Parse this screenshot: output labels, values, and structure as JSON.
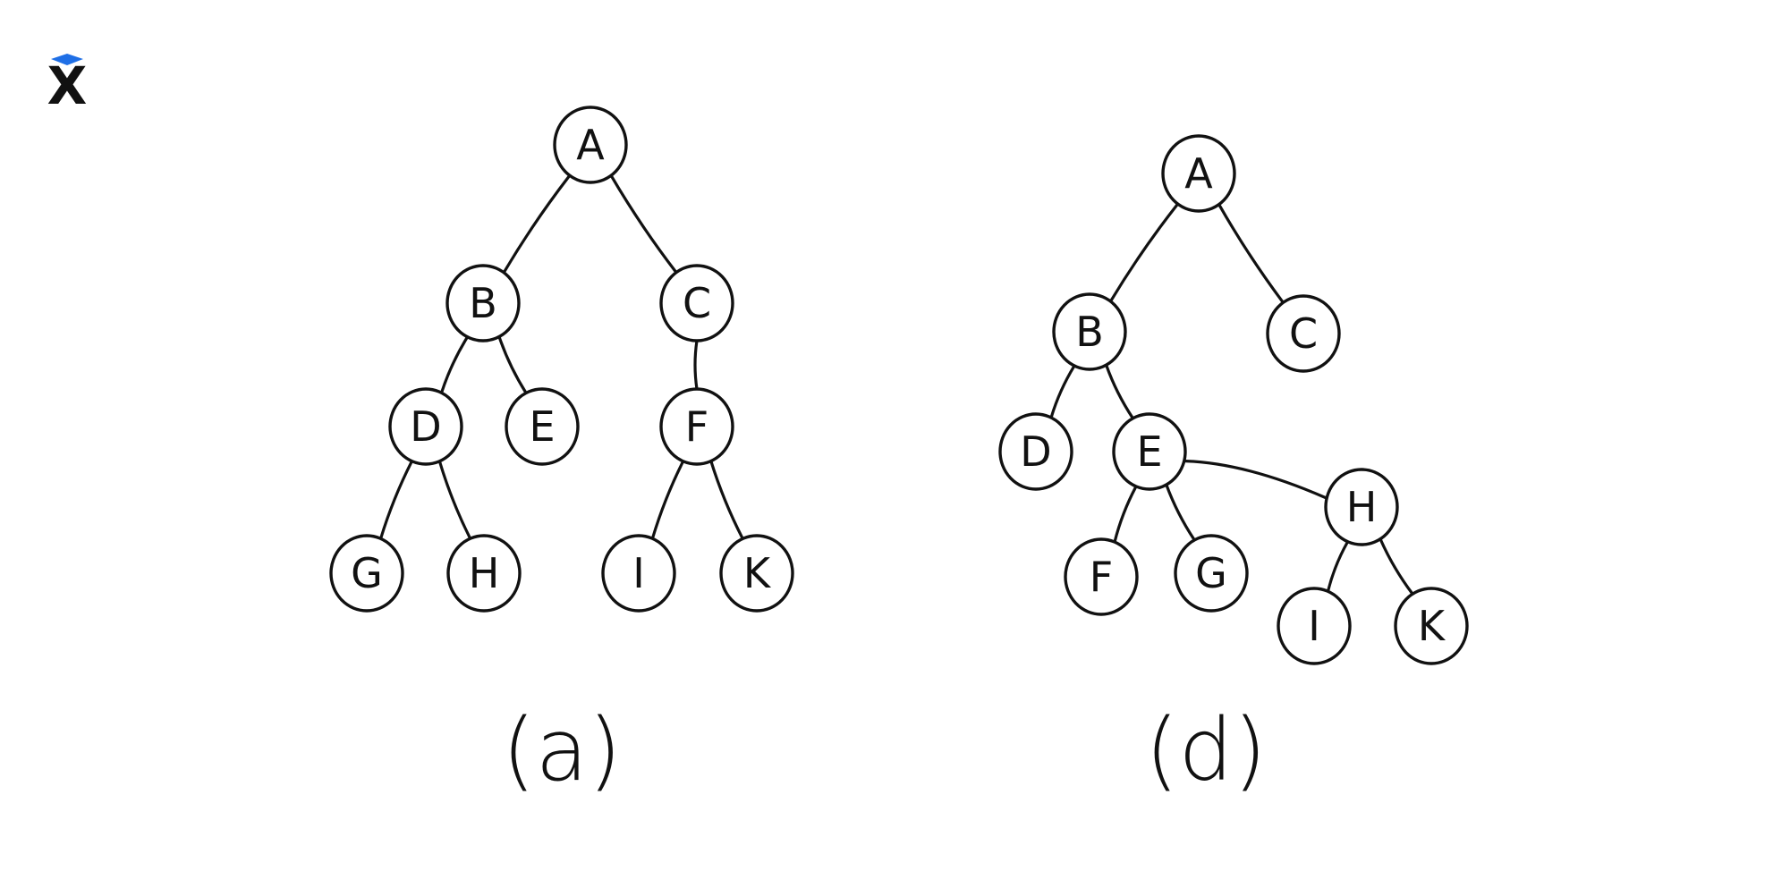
{
  "logo": {
    "letter": "X",
    "accent_color": "#1f6fe6",
    "color": "#111111"
  },
  "diagrams": [
    {
      "id": "a",
      "caption": "(a)",
      "nodes": [
        {
          "id": "A",
          "label": "A"
        },
        {
          "id": "B",
          "label": "B"
        },
        {
          "id": "C",
          "label": "C"
        },
        {
          "id": "D",
          "label": "D"
        },
        {
          "id": "E",
          "label": "E"
        },
        {
          "id": "F",
          "label": "F"
        },
        {
          "id": "G",
          "label": "G"
        },
        {
          "id": "H",
          "label": "H"
        },
        {
          "id": "I",
          "label": "I"
        },
        {
          "id": "K",
          "label": "K"
        }
      ],
      "edges": [
        [
          "A",
          "B"
        ],
        [
          "A",
          "C"
        ],
        [
          "B",
          "D"
        ],
        [
          "B",
          "E"
        ],
        [
          "C",
          "F"
        ],
        [
          "D",
          "G"
        ],
        [
          "D",
          "H"
        ],
        [
          "F",
          "I"
        ],
        [
          "F",
          "K"
        ]
      ]
    },
    {
      "id": "d",
      "caption": "(d)",
      "nodes": [
        {
          "id": "A",
          "label": "A"
        },
        {
          "id": "B",
          "label": "B"
        },
        {
          "id": "C",
          "label": "C"
        },
        {
          "id": "D",
          "label": "D"
        },
        {
          "id": "E",
          "label": "E"
        },
        {
          "id": "F",
          "label": "F"
        },
        {
          "id": "G",
          "label": "G"
        },
        {
          "id": "H",
          "label": "H"
        },
        {
          "id": "I",
          "label": "I"
        },
        {
          "id": "K",
          "label": "K"
        }
      ],
      "edges": [
        [
          "A",
          "B"
        ],
        [
          "A",
          "C"
        ],
        [
          "B",
          "D"
        ],
        [
          "B",
          "E"
        ],
        [
          "E",
          "F"
        ],
        [
          "E",
          "G"
        ],
        [
          "E",
          "H"
        ],
        [
          "H",
          "I"
        ],
        [
          "H",
          "K"
        ]
      ]
    }
  ]
}
